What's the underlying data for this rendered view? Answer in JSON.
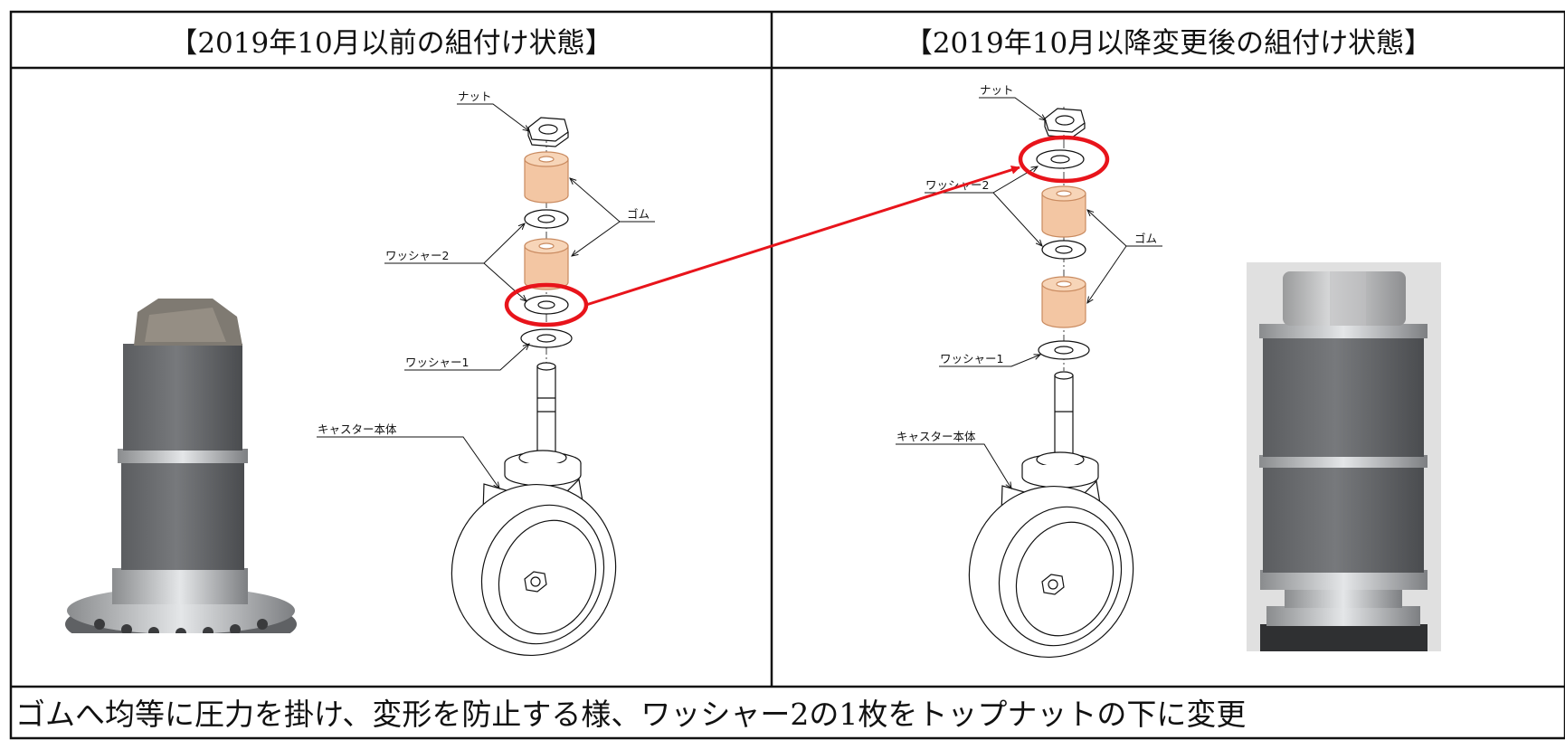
{
  "header": {
    "left_title": "【2019年10月以前の組付け状態】",
    "right_title": "【2019年10月以降変更後の組付け状態】"
  },
  "left_diagram": {
    "labels": {
      "nut": "ナット",
      "rubber": "ゴム",
      "washer2": "ワッシャー2",
      "washer1": "ワッシャー1",
      "caster_body": "キャスター本体"
    }
  },
  "right_diagram": {
    "labels": {
      "nut": "ナット",
      "rubber": "ゴム",
      "washer2": "ワッシャー2",
      "washer1": "ワッシャー1",
      "caster_body": "キャスター本体"
    }
  },
  "footer": {
    "note": "ゴムへ均等に圧力を掛け、変形を防止する様、ワッシャー2の1枚をトップナットの下に変更"
  },
  "colors": {
    "highlight": "#e8141b",
    "rubber_fill": "#f3c6a3",
    "border": "#111111"
  }
}
